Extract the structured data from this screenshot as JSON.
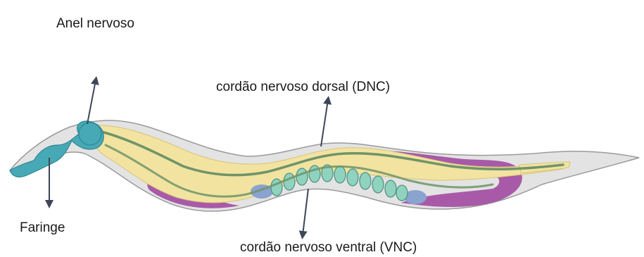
{
  "labels": {
    "nerve_ring": "Anel nervoso",
    "dorsal_cord": "cordão nervoso dorsal (DNC)",
    "pharynx": "Faringe",
    "ventral_cord": "cordão nervoso ventral (VNC)"
  },
  "colors": {
    "body_fill": "#e3e3e3",
    "body_outline": "#9a9a9a",
    "pharynx": "#47a9b5",
    "pharynx_outline": "#2f8794",
    "intestine": "#f2e3a1",
    "intestine_outline": "#d8c478",
    "gonad": "#a85aa8",
    "nerve_cord": "#6f9468",
    "eggs": "#8fd3bf",
    "eggs_outline": "#4f8f80",
    "spermatheca": "#8aa3cf",
    "arrow": "#3c4658",
    "text": "#1a1a1a"
  }
}
